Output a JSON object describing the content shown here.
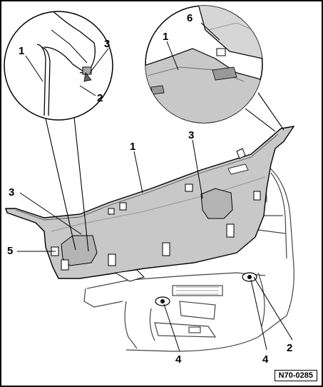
{
  "callouts": {
    "c1a": "1",
    "c2a": "2",
    "c3a": "3",
    "c1b": "1",
    "c6": "6",
    "c1c": "1",
    "c3c": "3",
    "c3d": "3",
    "c5": "5",
    "c4a": "4",
    "c4b": "4",
    "c2b": "2"
  },
  "figure_id": "N70-0285"
}
